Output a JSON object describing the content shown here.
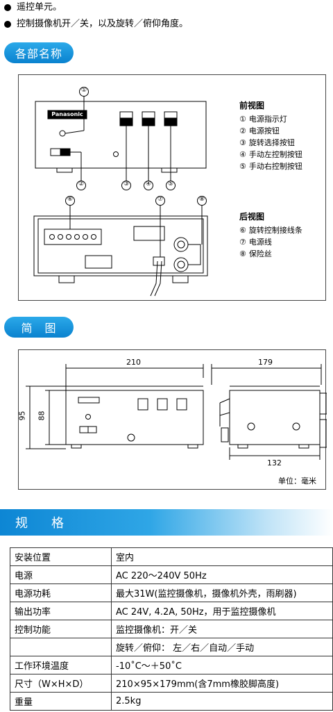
{
  "bullets": [
    "遥控单元。",
    "控制摄像机开／关，以及旋转／俯仰角度。"
  ],
  "section_parts": "各部名称",
  "section_diagram": "简　图",
  "section_spec": "规　格",
  "brand": "Panasonic",
  "front_view": {
    "title": "前视图",
    "items": [
      {
        "num": "①",
        "label": "电源指示灯"
      },
      {
        "num": "②",
        "label": "电源按钮"
      },
      {
        "num": "③",
        "label": "旋转选择按钮"
      },
      {
        "num": "④",
        "label": "手动左控制按钮"
      },
      {
        "num": "⑤",
        "label": "手动右控制按钮"
      }
    ]
  },
  "rear_view": {
    "title": "后视图",
    "items": [
      {
        "num": "⑥",
        "label": "旋转控制接线条"
      },
      {
        "num": "⑦",
        "label": "电源线"
      },
      {
        "num": "⑧",
        "label": "保险丝"
      }
    ]
  },
  "callouts": [
    "①",
    "②",
    "③",
    "④",
    "⑤",
    "⑥",
    "⑦",
    "⑧"
  ],
  "dimensions": {
    "width": "210",
    "height_total": "95",
    "height_body": "88",
    "depth": "179",
    "depth_inner": "132"
  },
  "unit_note": "单位：毫米",
  "spec": [
    {
      "key": "安装位置",
      "value": "室内"
    },
    {
      "key": "电源",
      "value": "AC 220～240V 50Hz"
    },
    {
      "key": "电源功耗",
      "value": "最大31W(监控摄像机，摄像机外壳，雨刷器)"
    },
    {
      "key": "输出功率",
      "value": "AC 24V, 4.2A, 50Hz，用于监控摄像机"
    },
    {
      "key": "控制功能",
      "value": "监控摄像机：开／关"
    },
    {
      "key": "",
      "value": "旋转／俯仰： 左／右／自动／手动"
    },
    {
      "key": "工作环境温度",
      "value": "-10˚C～＋50˚C"
    },
    {
      "key": "尺寸（W×H×D）",
      "value": "210×95×179mm(含7mm橡胶脚高度)"
    },
    {
      "key": "重量",
      "value": "2.5kg"
    }
  ]
}
